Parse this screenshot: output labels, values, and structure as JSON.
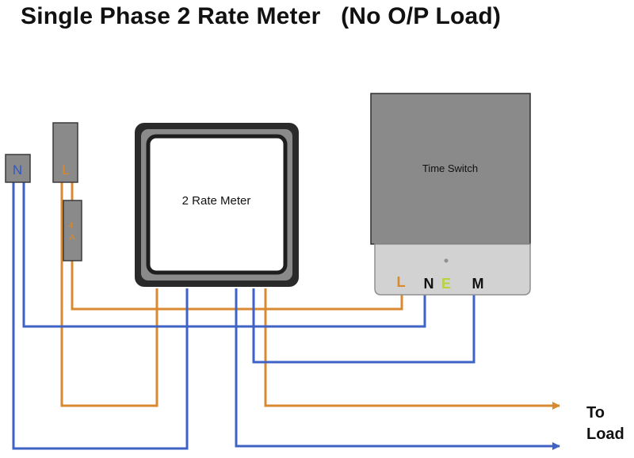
{
  "title": "Single Phase 2 Rate Meter   (No O/P Load)",
  "components": {
    "neutral_block": "N",
    "live_block": "L",
    "fuse": "4\nA",
    "meter": "2 Rate Meter",
    "time_switch": "Time Switch",
    "terminals": {
      "l": "L",
      "n": "N",
      "e": "E",
      "m": "M"
    }
  },
  "output": {
    "line1": "To",
    "line2": "Load"
  },
  "colors": {
    "live_wire": "#d9892f",
    "neutral_wire": "#3f63c4",
    "earth_terminal": "#b7d43a",
    "device_grey": "#8a8a8a",
    "meter_frame": "#2a2a2a"
  }
}
